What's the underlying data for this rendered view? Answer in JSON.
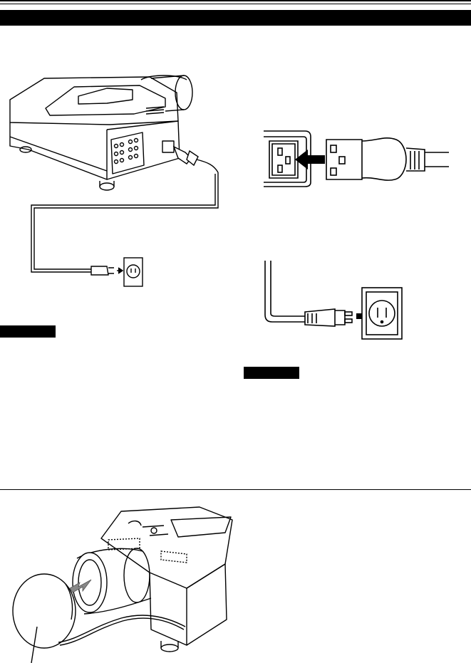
{
  "colors": {
    "ink": "#000000",
    "paper": "#ffffff",
    "arrow_fill": "#888888"
  },
  "illustrations": [
    {
      "name": "projector-power-cord-overview",
      "icons": [
        "projector-icon",
        "power-cord-icon",
        "wall-outlet-icon"
      ]
    },
    {
      "name": "ac-inlet-connection-detail",
      "icons": [
        "ac-inlet-icon",
        "power-plug-icon",
        "insert-arrow-icon"
      ]
    },
    {
      "name": "wall-outlet-connection-detail",
      "icons": [
        "power-plug-icon",
        "wall-outlet-icon",
        "insert-arrow-icon"
      ]
    },
    {
      "name": "lens-cap-removal",
      "icons": [
        "projector-lens-icon",
        "lens-cap-icon",
        "remove-arrow-icon"
      ]
    }
  ]
}
